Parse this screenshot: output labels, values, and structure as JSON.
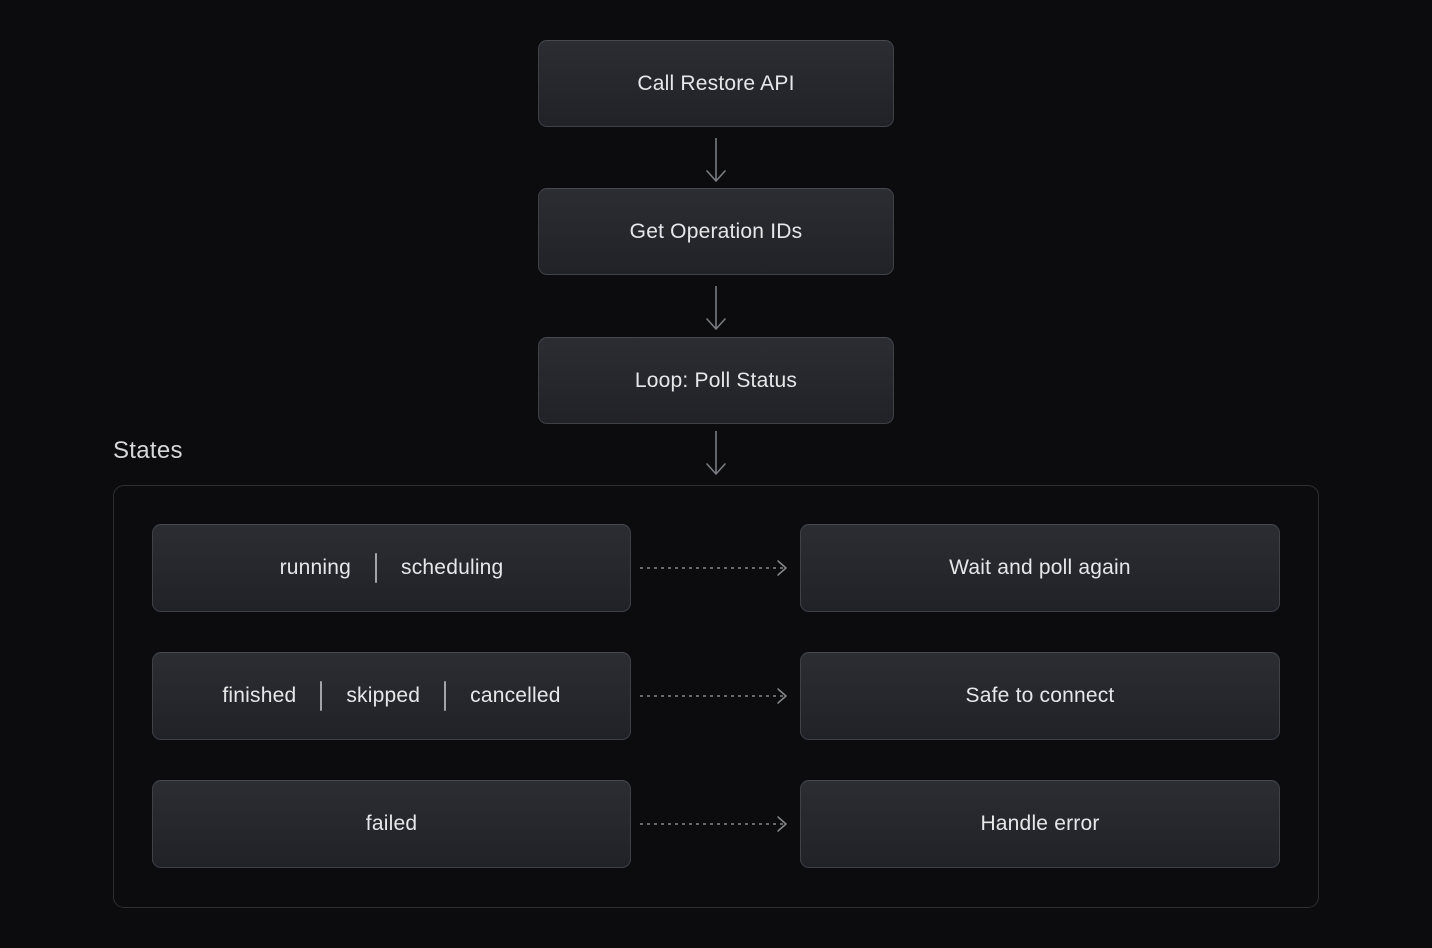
{
  "flow": {
    "nodes": [
      {
        "label": "Call Restore API"
      },
      {
        "label": "Get Operation IDs"
      },
      {
        "label": "Loop: Poll Status"
      }
    ]
  },
  "states": {
    "title": "States",
    "rows": [
      {
        "conditions": [
          "running",
          "scheduling"
        ],
        "action": "Wait and poll again"
      },
      {
        "conditions": [
          "finished",
          "skipped",
          "cancelled"
        ],
        "action": "Safe to connect"
      },
      {
        "conditions": [
          "failed"
        ],
        "action": "Handle error"
      }
    ]
  },
  "colors": {
    "background": "#0c0c0e",
    "node_background_top": "#2b2d32",
    "node_background_bottom": "#212227",
    "node_border": "#3e4147",
    "container_border": "#2c2f34",
    "text": "#e6e7e9",
    "title_text": "#d6d7d9",
    "arrow": "#797c82"
  }
}
